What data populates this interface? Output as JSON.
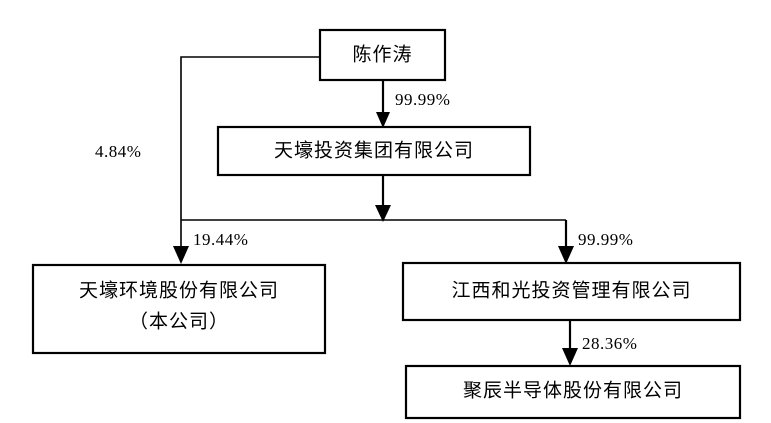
{
  "diagram": {
    "type": "ownership-structure-chart",
    "title": "",
    "background_color": "#ffffff",
    "line_color": "#000000",
    "text_color": "#000000",
    "nodes": [
      {
        "id": "person",
        "label": "陈作涛",
        "sub_label": ""
      },
      {
        "id": "holding",
        "label": "天壕投资集团有限公司",
        "sub_label": ""
      },
      {
        "id": "issuer",
        "label": "天壕环境股份有限公司",
        "sub_label": "（本公司）"
      },
      {
        "id": "jiangxi",
        "label": "江西和光投资管理有限公司",
        "sub_label": ""
      },
      {
        "id": "juchen",
        "label": "聚辰半导体股份有限公司",
        "sub_label": ""
      }
    ],
    "edges": [
      {
        "id": "person-to-holding",
        "from": "person",
        "to": "holding",
        "percent": "99.99%"
      },
      {
        "id": "person-to-issuer",
        "from": "person",
        "to": "issuer",
        "percent": "4.84%"
      },
      {
        "id": "holding-to-issuer",
        "from": "holding",
        "to": "issuer",
        "percent": "19.44%"
      },
      {
        "id": "holding-to-jiangxi",
        "from": "holding",
        "to": "jiangxi",
        "percent": "99.99%"
      },
      {
        "id": "jiangxi-to-juchen",
        "from": "jiangxi",
        "to": "juchen",
        "percent": "28.36%"
      }
    ]
  }
}
